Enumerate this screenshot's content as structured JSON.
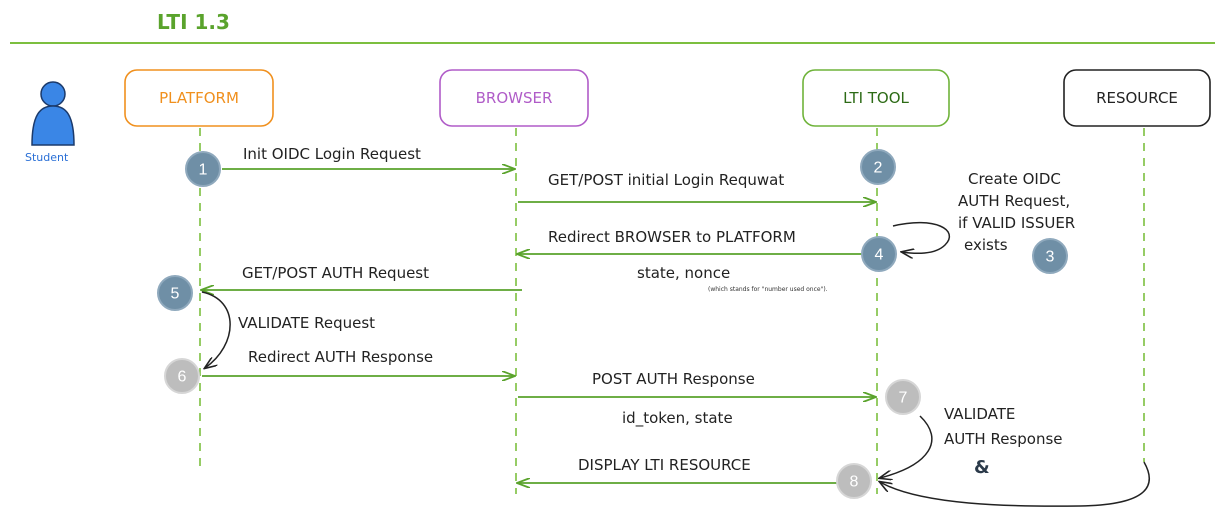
{
  "title": "LTI 1.3",
  "student_label": "Student",
  "actors": {
    "platform": {
      "label": "PLATFORM",
      "color": "#f0901e"
    },
    "browser": {
      "label": "BROWSER",
      "color": "#b05cc8"
    },
    "lti_tool": {
      "label": "LTI TOOL",
      "color": "#6fb33a"
    },
    "resource": {
      "label": "RESOURCE",
      "color": "#222222"
    }
  },
  "messages": {
    "m1": "Init OIDC Login Request",
    "m2": "GET/POST initial Login Requwat",
    "m4": "Redirect BROWSER to PLATFORM",
    "m4_sub": "state, nonce",
    "m4_tiny": "(which stands for \"number used once\").",
    "m5": "GET/POST AUTH Request",
    "m5_note": "VALIDATE Request",
    "m6": "Redirect AUTH Response",
    "m7": "POST AUTH Response",
    "m7_sub": "id_token, state",
    "m8": "DISPLAY LTI RESOURCE"
  },
  "notes": {
    "step3_l1": "Create OIDC",
    "step3_l2": "AUTH Request,",
    "step3_l3": "if VALID ISSUER",
    "step3_l4": "exists",
    "step7_l1": "VALIDATE",
    "step7_l2": "AUTH Response",
    "amp": "&"
  },
  "steps": {
    "s1": "1",
    "s2": "2",
    "s3": "3",
    "s4": "4",
    "s5": "5",
    "s6": "6",
    "s7": "7",
    "s8": "8"
  },
  "colors": {
    "arrow": "#5aa32c",
    "lifeline": "#7cbf3f",
    "badge_blue": "#6f8fa6",
    "badge_grey": "#bdbdbd",
    "student": "#2a6fd6"
  }
}
